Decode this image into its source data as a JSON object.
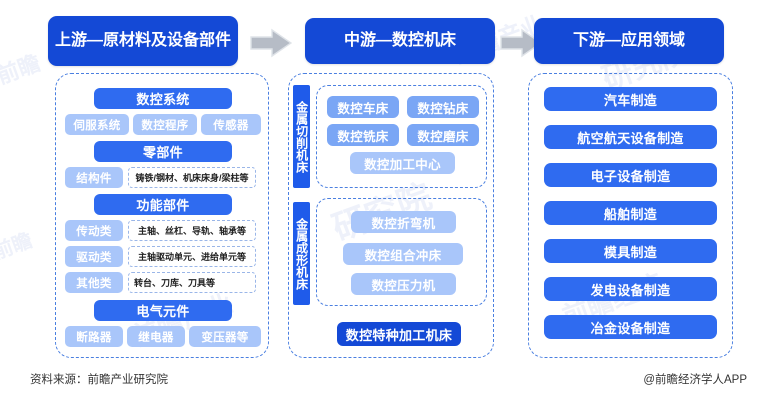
{
  "headers": [
    {
      "label": "上游—原材料及设备部件",
      "name": "upstream"
    },
    {
      "label": "中游—数控机床",
      "name": "midstream"
    },
    {
      "label": "下游—应用领域",
      "name": "downstream"
    }
  ],
  "arrows": {
    "icon": "right-arrow-icon",
    "color": "#b6bcc6"
  },
  "colors": {
    "brand_deep": "#1449d6",
    "brand": "#2f6bf0",
    "mid": "#7aa6f5",
    "light": "#a9c6fa",
    "lighter": "#b9d2fb",
    "dashed_border": "#4a7fe0",
    "arrow_gray": "#b6bcc6"
  },
  "upstream": {
    "groups": [
      {
        "title": "数控系统",
        "tags": [
          "伺服系统",
          "数控程序",
          "传感器"
        ]
      },
      {
        "title": "零部件",
        "rows": [
          {
            "key": "结构件",
            "value": "铸铁/钢材、机床床身/梁柱等"
          }
        ]
      },
      {
        "title": "功能部件",
        "rows": [
          {
            "key": "传动类",
            "value": "主轴、丝杠、导轨、轴承等"
          },
          {
            "key": "驱动类",
            "value": "主轴驱动单元、进给单元等"
          },
          {
            "key": "其他类",
            "value": "转台、刀库、刀具等"
          }
        ]
      },
      {
        "title": "电气元件",
        "tags": [
          "断路器",
          "继电器",
          "变压器等"
        ]
      }
    ]
  },
  "midstream": {
    "categories": [
      {
        "side_label": "金属切削机床",
        "items": [
          "数控车床",
          "数控钻床",
          "数控铣床",
          "数控磨床",
          "数控加工中心"
        ]
      },
      {
        "side_label": "金属成形机床",
        "items": [
          "数控折弯机",
          "数控组合冲床",
          "数控压力机"
        ]
      }
    ],
    "standalone": "数控特种加工机床"
  },
  "downstream": {
    "items": [
      "汽车制造",
      "航空航天设备制造",
      "电子设备制造",
      "船舶制造",
      "模具制造",
      "发电设备制造",
      "冶金设备制造"
    ]
  },
  "footer": {
    "source": "资料来源：前瞻产业研究院",
    "app": "@前瞻经济学人APP"
  },
  "watermarks": [
    "前瞻产业研究院",
    "中国产业咨询",
    "前瞻经济学人",
    "研究院",
    "前瞻"
  ]
}
